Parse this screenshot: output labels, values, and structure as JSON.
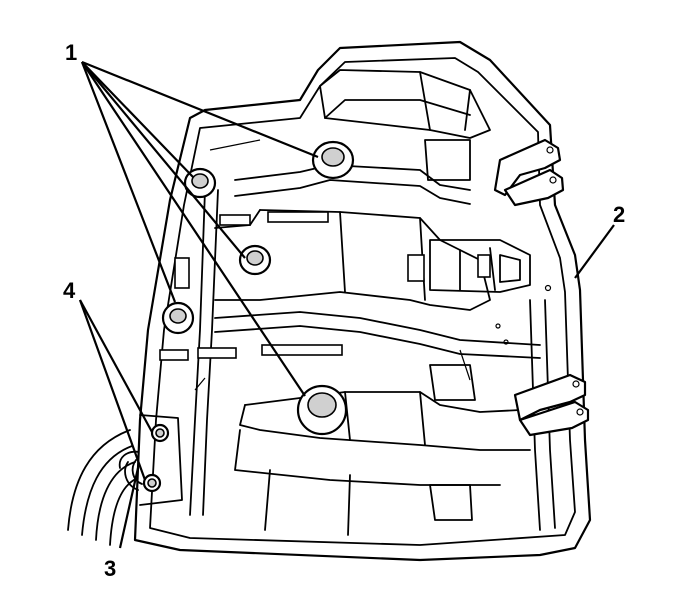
{
  "callouts": [
    {
      "id": "1",
      "label": "1"
    },
    {
      "id": "2",
      "label": "2"
    },
    {
      "id": "3",
      "label": "3"
    },
    {
      "id": "4",
      "label": "4"
    }
  ],
  "colors": {
    "ink": "#000000",
    "paper": "#ffffff",
    "shade": "#d0d0d0"
  }
}
